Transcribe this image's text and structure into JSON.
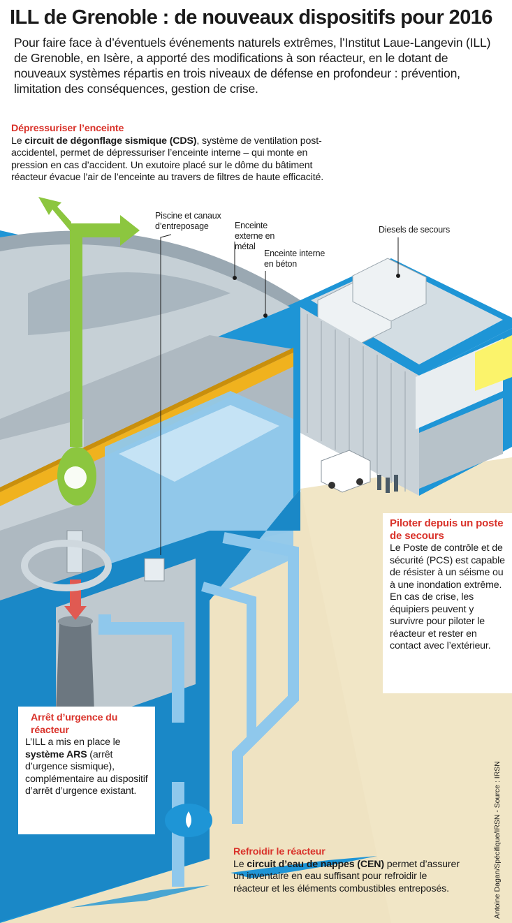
{
  "title": "ILL de Grenoble : de nouveaux dispositifs pour 2016",
  "intro": "Pour faire face à d’éventuels événements naturels extrêmes, l’Institut Laue-Langevin (ILL) de Grenoble, en Isère, a apporté des modifications à son réacteur, en le dotant de nouveaux systèmes répartis en trois niveaux de défense en profondeur : prévention, limitation des conséquences, gestion de crise.",
  "depressuriser": {
    "heading": "Dépressuriser l’enceinte",
    "pre": "Le ",
    "bold": "circuit de dégonflage sismique (CDS)",
    "post": ", système de ventilation post-accidentel, permet de dépressuriser l’enceinte interne – qui monte en pression en cas d’accident. Un exutoire placé sur le dôme du bâtiment réacteur évacue l’air de l’enceinte au travers de filtres de haute efficacité."
  },
  "labels": {
    "piscine": "Piscine et canaux d’entreposage",
    "enceinte_externe": "Enceinte externe en métal",
    "enceinte_interne": "Enceinte interne en béton",
    "diesels": "Diesels de secours"
  },
  "piloter": {
    "heading": "Piloter depuis un poste de secours",
    "body": "Le Poste de contrôle et de sécurité (PCS) est capable de résister à un séisme ou à une inondation extrême. En cas de crise, les équipiers peuvent y survivre pour piloter le réacteur et rester en contact avec l’extérieur."
  },
  "arret": {
    "heading": "Arrêt d’urgence du réacteur",
    "pre": "L’ILL a mis en place le ",
    "bold": "système ARS",
    "post": " (arrêt d’urgence sismique), complémentaire au dispositif d’arrêt d’urgence existant."
  },
  "refroidir": {
    "heading": "Refroidir le réacteur",
    "pre": "Le ",
    "bold": "circuit d’eau de nappes (CEN)",
    "post": " permet d’assurer un inventaire en eau suffisant pour refroidir le réacteur et les éléments combustibles entreposés."
  },
  "credit": "Antoine Dagan/Spécifique/IRSN - Source : IRSN",
  "colors": {
    "accent_red": "#d9322a",
    "concrete_blue": "#1e95d6",
    "water": "#8fc8ec",
    "pipe_green": "#8cc63f",
    "crane_yellow": "#f0b21e",
    "ground": "#efe3c2"
  }
}
